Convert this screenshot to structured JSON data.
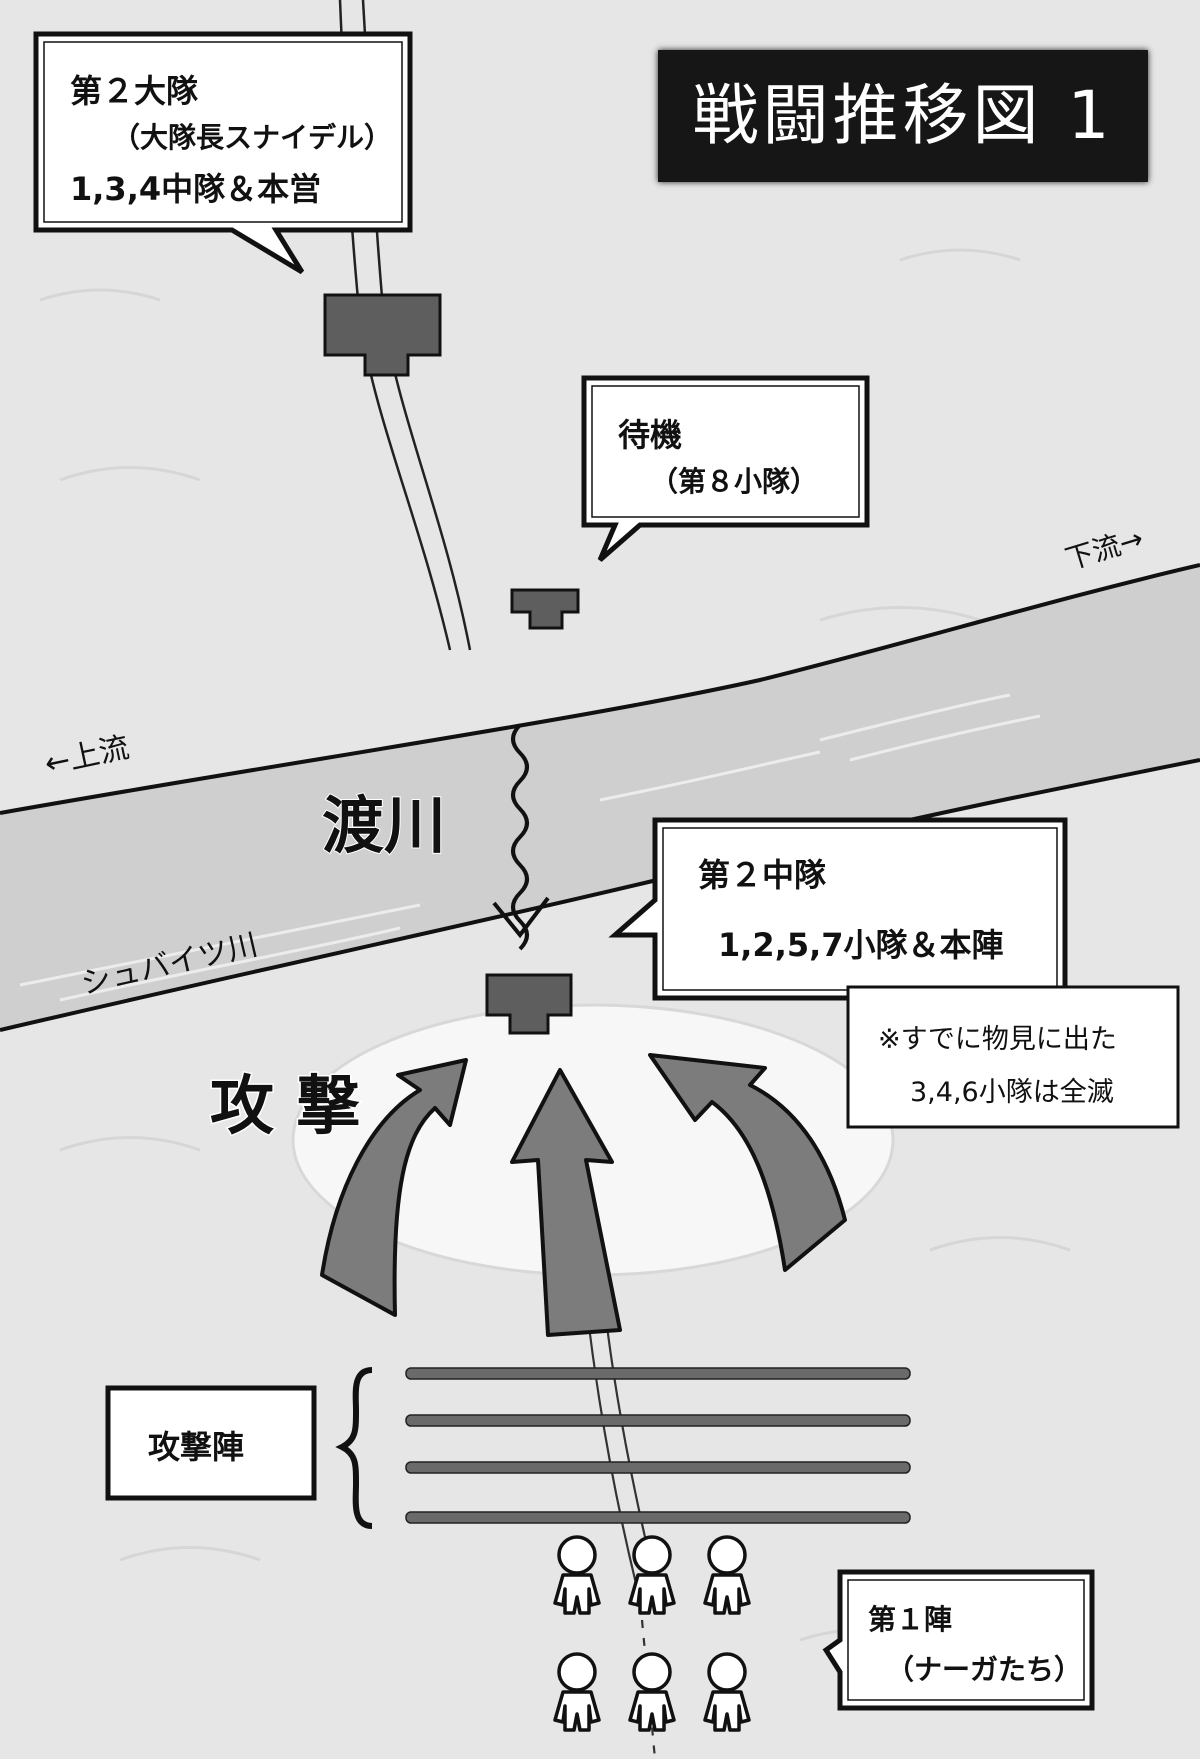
{
  "title": "戦闘推移図 1",
  "river": {
    "name": "シュバイツ川",
    "upstream": "←上流",
    "downstream": "下流→"
  },
  "labels": {
    "crossing": "渡川",
    "attack": "攻 撃"
  },
  "units": {
    "battalion2": {
      "name": "第２大隊",
      "commander": "（大隊長スナイデル）",
      "composition": "1,3,4中隊＆本営"
    },
    "standby": {
      "name": "待機",
      "detail": "（第８小隊）"
    },
    "company2": {
      "name": "第２中隊",
      "composition": "1,2,5,7小隊＆本陣"
    },
    "note": {
      "line1": "※すでに物見に出た",
      "line2": "3,4,6小隊は全滅"
    },
    "formation": {
      "name": "攻撃陣"
    },
    "first_line": {
      "name": "第１陣",
      "detail": "（ナーガたち）"
    }
  },
  "colors": {
    "unit_fill": "#5e5e5e",
    "arrow_fill": "#7c7c7c",
    "river_fill": "#cfcfcf",
    "ground": "#e6e6e6",
    "banner": "#161616"
  }
}
